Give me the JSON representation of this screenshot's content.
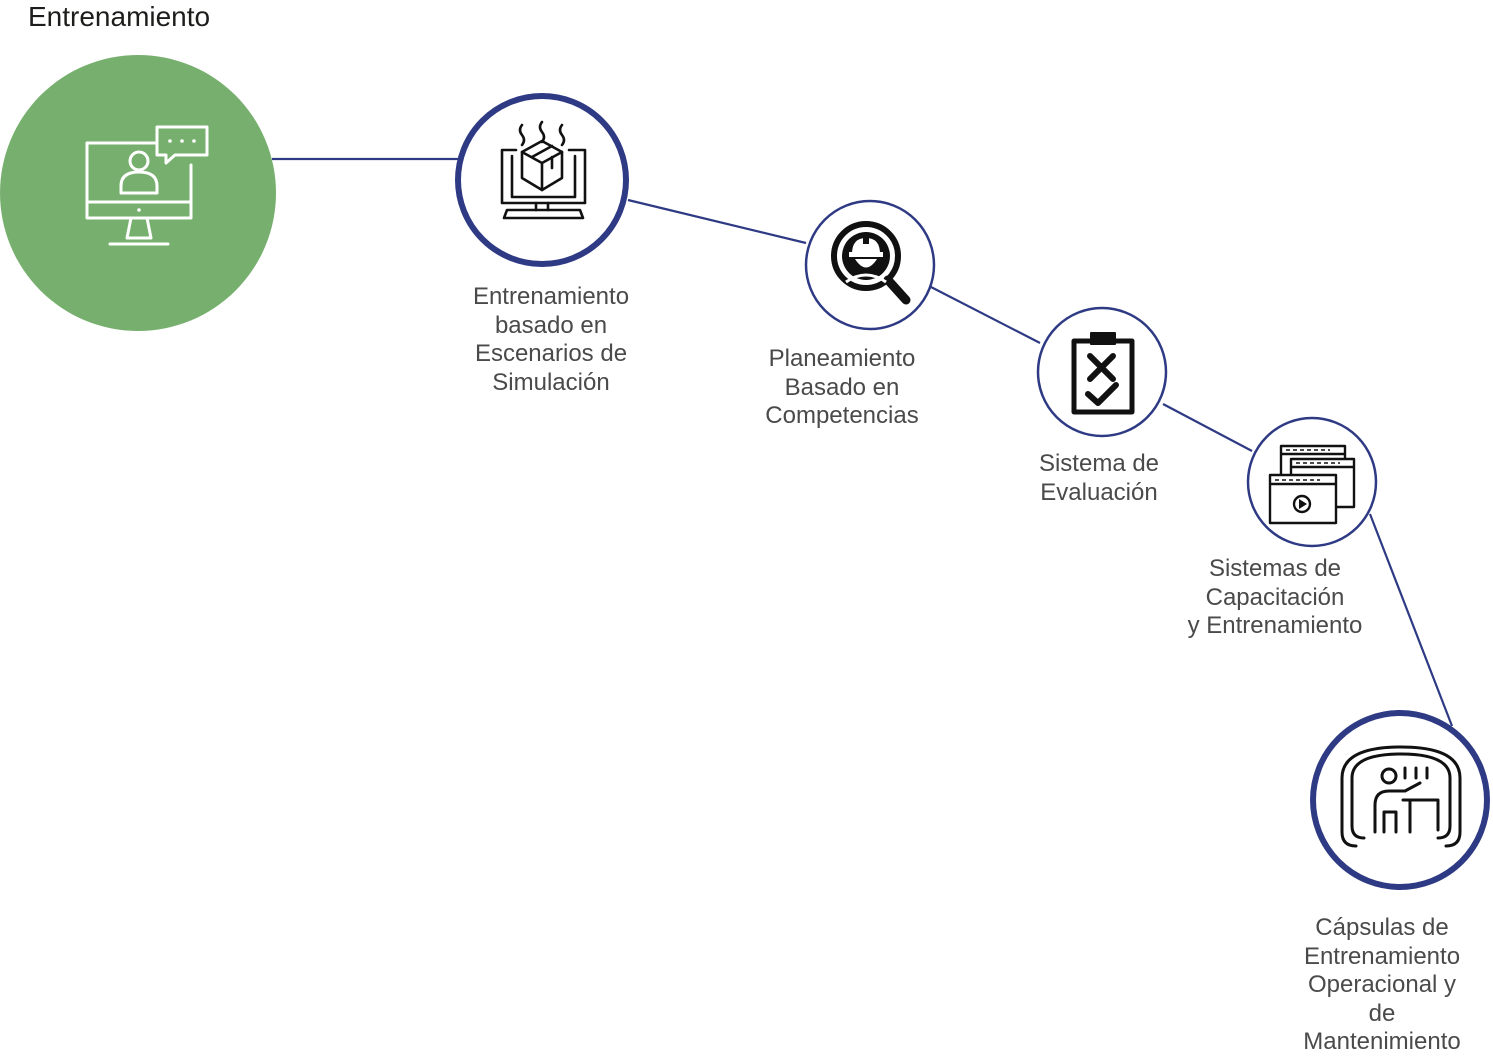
{
  "title": "Entrenamiento",
  "colors": {
    "hub": "#77b06e",
    "ring": "#2e3a84",
    "connector": "#2e3a84",
    "hub_icon": "#ffffff",
    "node_icon": "#111111",
    "label_text": "#4a4a4a"
  },
  "hub": {
    "icon": "monitor-user-chat-icon"
  },
  "nodes": [
    {
      "label": "Entrenamiento\nbasado en\nEscenarios de\nSimulación",
      "icon": "simulation-cube-monitor-icon"
    },
    {
      "label": "Planeamiento\nBasado en\nCompetencias",
      "icon": "magnifier-worker-icon"
    },
    {
      "label": "Sistema de\nEvaluación",
      "icon": "clipboard-check-icon"
    },
    {
      "label": "Sistemas de\nCapacitación\ny Entrenamiento",
      "icon": "video-windows-icon"
    },
    {
      "label": "Cápsulas de\nEntrenamiento\nOperacional y de\nMantenimiento",
      "icon": "immersive-room-icon"
    }
  ]
}
